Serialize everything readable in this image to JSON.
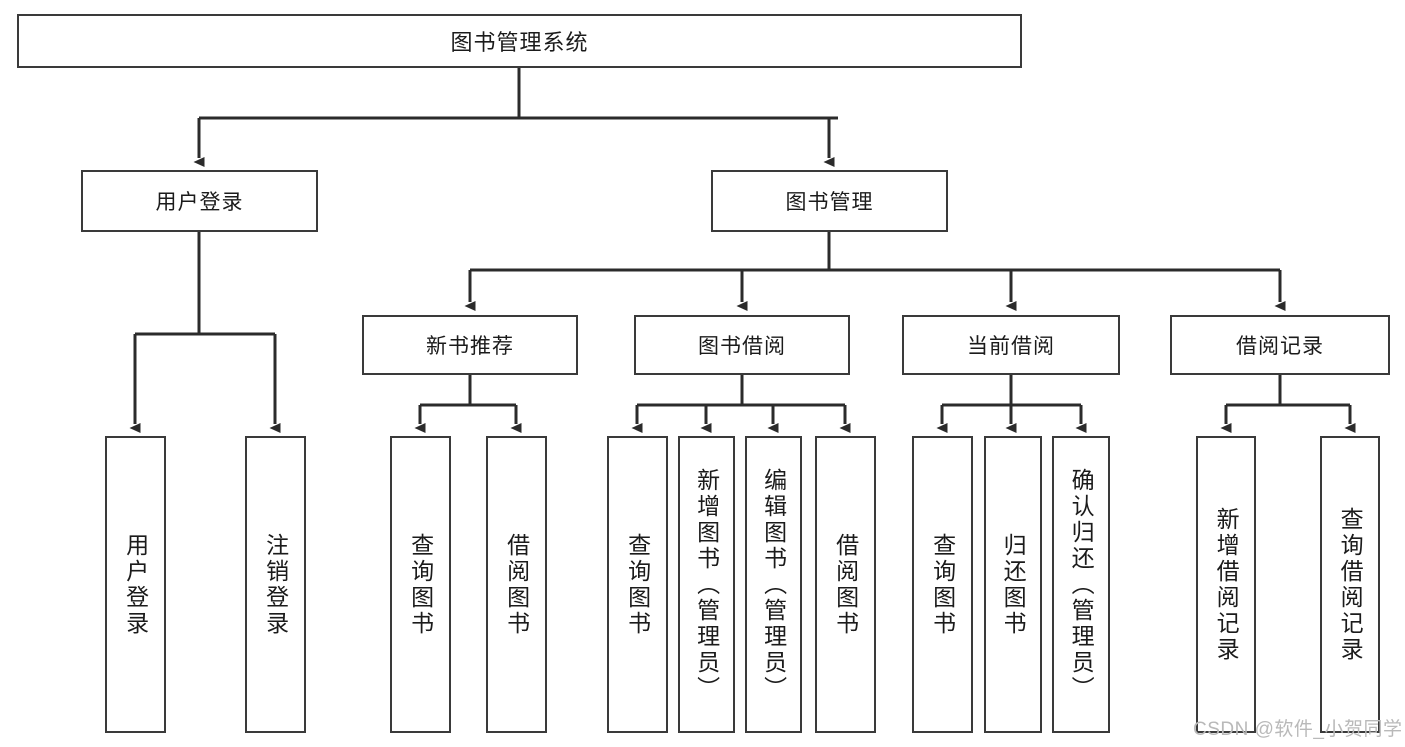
{
  "diagram": {
    "title_text": "图书管理系统",
    "type": "tree-hierarchy",
    "watermark": "CSDN @软件_小贺同学",
    "colors": {
      "box_border": "#3a3a3a",
      "box_fill": "#ffffff",
      "connector": "#2b2b2b",
      "text": "#1b1b1b",
      "watermark": "#b9b9b9",
      "background": "#ffffff"
    },
    "nodes": {
      "root": {
        "label": "图书管理系统",
        "level": 0
      },
      "level1": [
        {
          "label": "用户登录",
          "level": 1
        },
        {
          "label": "图书管理",
          "level": 1
        }
      ],
      "level2": [
        {
          "label": "新书推荐",
          "level": 2,
          "parent": "图书管理"
        },
        {
          "label": "图书借阅",
          "level": 2,
          "parent": "图书管理"
        },
        {
          "label": "当前借阅",
          "level": 2,
          "parent": "图书管理"
        },
        {
          "label": "借阅记录",
          "level": 2,
          "parent": "图书管理"
        }
      ],
      "leaves": [
        {
          "label": "用户登录",
          "parent": "用户登录"
        },
        {
          "label": "注销登录",
          "parent": "用户登录"
        },
        {
          "label": "查询图书",
          "parent": "新书推荐"
        },
        {
          "label": "借阅图书",
          "parent": "新书推荐"
        },
        {
          "label": "查询图书",
          "parent": "图书借阅"
        },
        {
          "label": "新增图书（管理员）",
          "parent": "图书借阅"
        },
        {
          "label": "编辑图书（管理员）",
          "parent": "图书借阅"
        },
        {
          "label": "借阅图书",
          "parent": "图书借阅"
        },
        {
          "label": "查询图书",
          "parent": "当前借阅"
        },
        {
          "label": "归还图书",
          "parent": "当前借阅"
        },
        {
          "label": "确认归还（管理员）",
          "parent": "当前借阅"
        },
        {
          "label": "新增借阅记录",
          "parent": "借阅记录"
        },
        {
          "label": "查询借阅记录",
          "parent": "借阅记录"
        }
      ]
    }
  }
}
